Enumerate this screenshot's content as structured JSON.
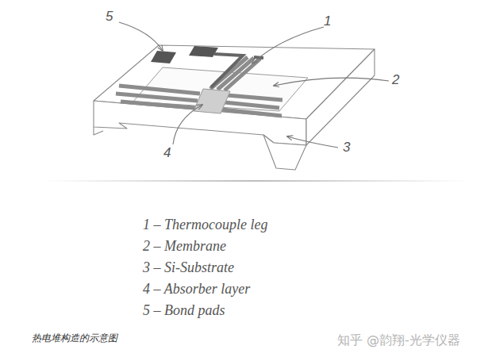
{
  "diagram": {
    "caption": "热电堆构造的示意图",
    "labels": [
      "5",
      "1",
      "2",
      "4",
      "3",
      "1 – Thermocouple leg",
      "2 – Membrane",
      "3 – Si-Substrate",
      "4 – Absorber layer",
      "5 – Bond pads",
      "知乎 @韵翔-光学仪器"
    ]
  }
}
